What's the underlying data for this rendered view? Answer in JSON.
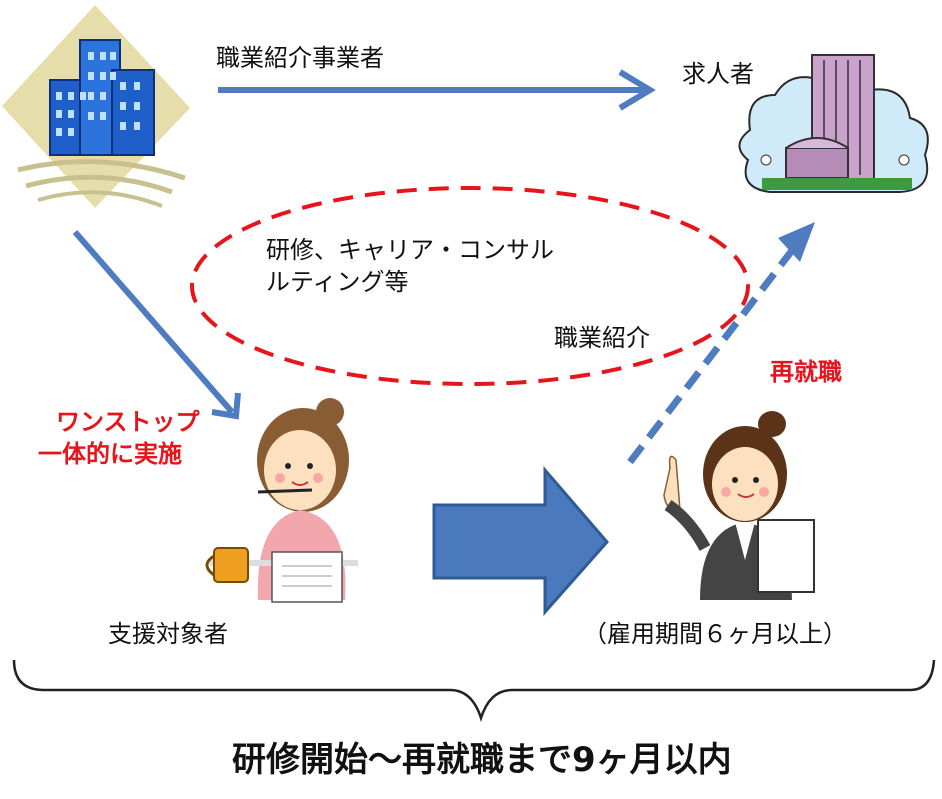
{
  "labels": {
    "agency": "職業紹介事業者",
    "employer": "求人者",
    "training": "研修、キャリア・コンサル",
    "training2": "ルティング等",
    "placement": "職業紹介",
    "reemploy": "再就職",
    "onestop1": "ワンストップ",
    "onestop2": "一体的に実施",
    "target": "支援対象者",
    "duration": "（雇用期間６ヶ月以上）",
    "bottom": "研修開始～再就職まで9ヶ月以内"
  },
  "colors": {
    "arrow_blue": "#4f7cc0",
    "big_arrow_fill": "#4a7abd",
    "big_arrow_stroke": "#2e5a95",
    "dashed_red": "#e8141c",
    "text_red": "#e8141c"
  }
}
